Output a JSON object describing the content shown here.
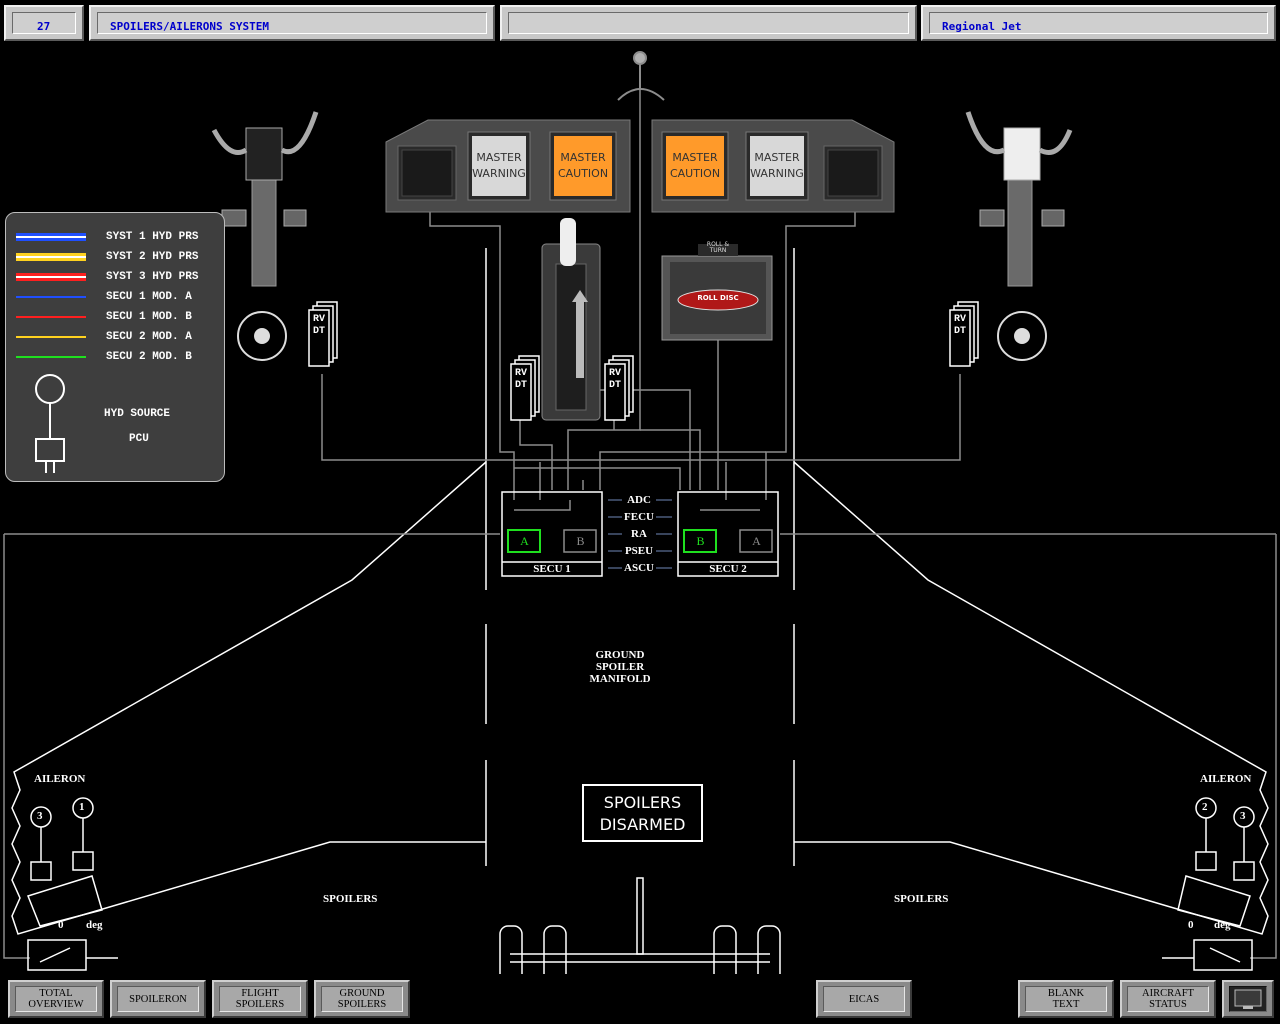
{
  "header": {
    "page_number": "27",
    "title": "SPOILERS/AILERONS SYSTEM",
    "message": "",
    "aircraft": "Regional Jet"
  },
  "legend": {
    "items": [
      {
        "label": "SYST 1 HYD PRS",
        "color": "#1f4fff",
        "style": "double"
      },
      {
        "label": "SYST 2 HYD PRS",
        "color": "#ffd21f",
        "style": "double"
      },
      {
        "label": "SYST 3 HYD PRS",
        "color": "#ff1f1f",
        "style": "double"
      },
      {
        "label": "SECU 1 MOD. A",
        "color": "#1f4fff",
        "style": "single"
      },
      {
        "label": "SECU 1 MOD. B",
        "color": "#ff1f1f",
        "style": "single"
      },
      {
        "label": "SECU 2 MOD. A",
        "color": "#ffd21f",
        "style": "single"
      },
      {
        "label": "SECU 2 MOD. B",
        "color": "#1fe01f",
        "style": "single"
      }
    ],
    "hyd_source": "HYD SOURCE",
    "pcu": "PCU"
  },
  "glareshield": {
    "left": [
      {
        "id": "warn-left",
        "label": "MASTER\nWARNING",
        "color": "#d8d8d8"
      },
      {
        "id": "caution-left",
        "label": "MASTER\nCAUTION",
        "color": "#ff9a2a"
      }
    ],
    "right": [
      {
        "id": "caution-right",
        "label": "MASTER\nCAUTION",
        "color": "#ff9a2a"
      },
      {
        "id": "warn-right",
        "label": "MASTER\nWARNING",
        "color": "#d8d8d8"
      }
    ]
  },
  "rvdt": "RVDT",
  "roll_disc": {
    "top_label": "ROLL &\nTURN",
    "button": "ROLL DISC"
  },
  "secu1": {
    "name": "SECU 1",
    "left": "A",
    "right": "B",
    "active": "A"
  },
  "secu2": {
    "name": "SECU 2",
    "left": "B",
    "right": "A",
    "active": "B"
  },
  "bus_labels": [
    "ADC",
    "FECU",
    "RA",
    "PSEU",
    "ASCU"
  ],
  "manifold": "GROUND\nSPOILER\nMANIFOLD",
  "status_box": "SPOILERS\nDISARMED",
  "left_wing": {
    "aileron": "AILERON",
    "spoilers": "SPOILERS",
    "pcu_a": "3",
    "pcu_b": "1",
    "deg_value": "0",
    "deg_unit": "deg"
  },
  "right_wing": {
    "aileron": "AILERON",
    "spoilers": "SPOILERS",
    "pcu_a": "2",
    "pcu_b": "3",
    "deg_value": "0",
    "deg_unit": "deg"
  },
  "bottom_buttons": [
    {
      "id": "total-overview",
      "label": "TOTAL\nOVERVIEW"
    },
    {
      "id": "spoileron",
      "label": "SPOILERON"
    },
    {
      "id": "flight-spoilers",
      "label": "FLIGHT\nSPOILERS"
    },
    {
      "id": "ground-spoilers",
      "label": "GROUND\nSPOILERS"
    },
    {
      "id": "eicas",
      "label": "EICAS"
    },
    {
      "id": "blank-text",
      "label": "BLANK\nTEXT"
    },
    {
      "id": "aircraft-status",
      "label": "AIRCRAFT\nSTATUS"
    }
  ],
  "colors": {
    "active_green": "#1fe01f",
    "caution": "#ff9a2a",
    "line": "#8c8c8c"
  }
}
